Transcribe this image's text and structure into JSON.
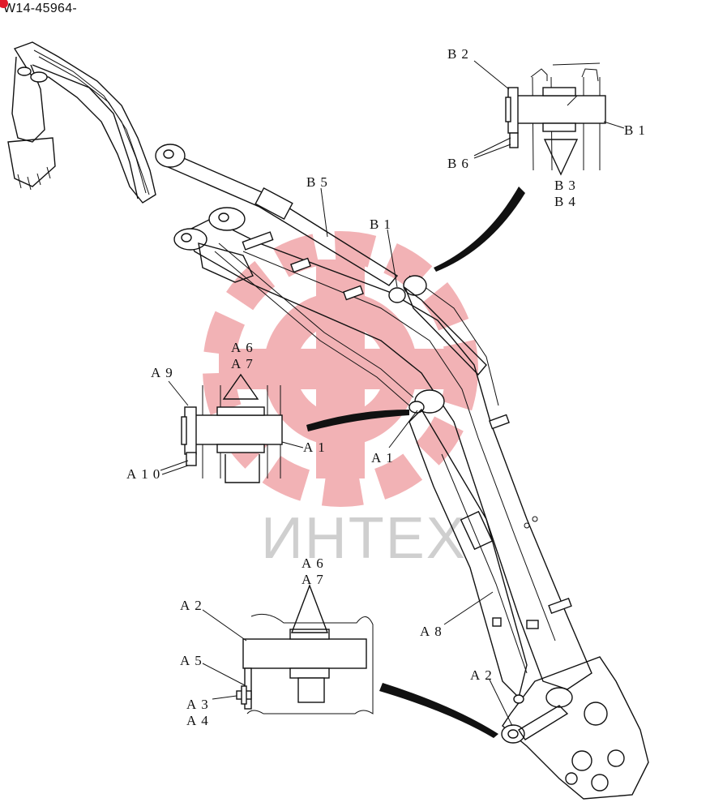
{
  "document": {
    "id": "W14-45964-"
  },
  "watermark": {
    "text": "ИНТЕХ",
    "color": "#e8747a"
  },
  "callouts": {
    "b2": "B2",
    "b1_detail": "B1",
    "b6": "B6",
    "b3": "B3",
    "b4": "B4",
    "b5": "B5",
    "b1_main": "B1",
    "a6_top": "A6",
    "a7_top": "A7",
    "a9": "A9",
    "a1_detail": "A1",
    "a10": "A10",
    "a1_main": "A1",
    "a6_bottom": "A6",
    "a7_bottom": "A7",
    "a2_detail": "A2",
    "a5": "A5",
    "a3": "A3",
    "a4": "A4",
    "a8": "A8",
    "a2_main": "A2"
  }
}
